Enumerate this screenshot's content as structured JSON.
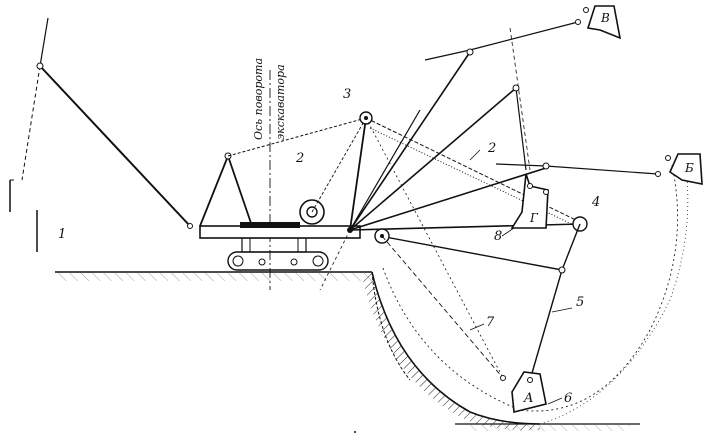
{
  "axis_label_1": "Ось поворота",
  "axis_label_2": "экскаватора",
  "labels": {
    "n1": "1",
    "n2a": "2",
    "n2b": "2",
    "n3": "3",
    "n4": "4",
    "n5": "5",
    "n6": "6",
    "n7": "7",
    "n8": "8",
    "A": "A",
    "B": "Б",
    "V": "В",
    "G": "Г"
  }
}
